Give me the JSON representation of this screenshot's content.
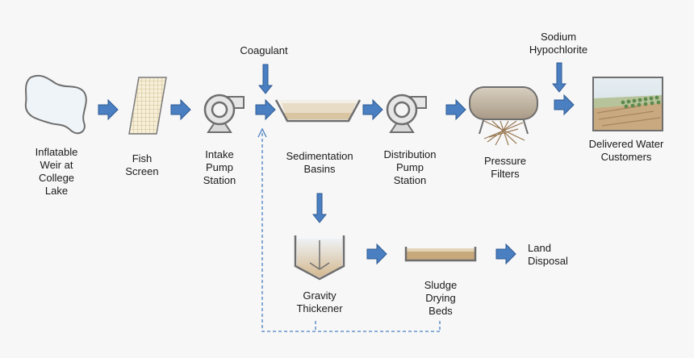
{
  "labels": {
    "lake": "Inflatable\nWeir at\nCollege\nLake",
    "fish_screen": "Fish\nScreen",
    "intake_pump": "Intake\nPump\nStation",
    "coagulant": "Coagulant",
    "sedimentation": "Sedimentation\nBasins",
    "distribution_pump": "Distribution\nPump\nStation",
    "pressure_filters": "Pressure\nFilters",
    "sodium_hypochlorite": "Sodium\nHypochlorite",
    "delivered_water": "Delivered Water\nCustomers",
    "gravity_thickener": "Gravity\nThickener",
    "sludge_drying": "Sludge\nDrying\nBeds",
    "land_disposal": "Land\nDisposal"
  },
  "colors": {
    "arrow_fill": "#4a7fc1",
    "arrow_stroke": "#2e5a93",
    "equipment": "#6e6e6e",
    "dashed_line": "#4a7fc1",
    "water": "#e8dcc6",
    "sludge": "#c8a97c"
  },
  "icons": {
    "lake": "lake-icon",
    "fish_screen": "fish-screen-icon",
    "pump": "pump-icon",
    "basin": "sedimentation-basin-icon",
    "filter": "pressure-filter-icon",
    "customers": "customers-landscape-icon",
    "thickener": "gravity-thickener-icon",
    "drying_bed": "drying-bed-icon"
  }
}
